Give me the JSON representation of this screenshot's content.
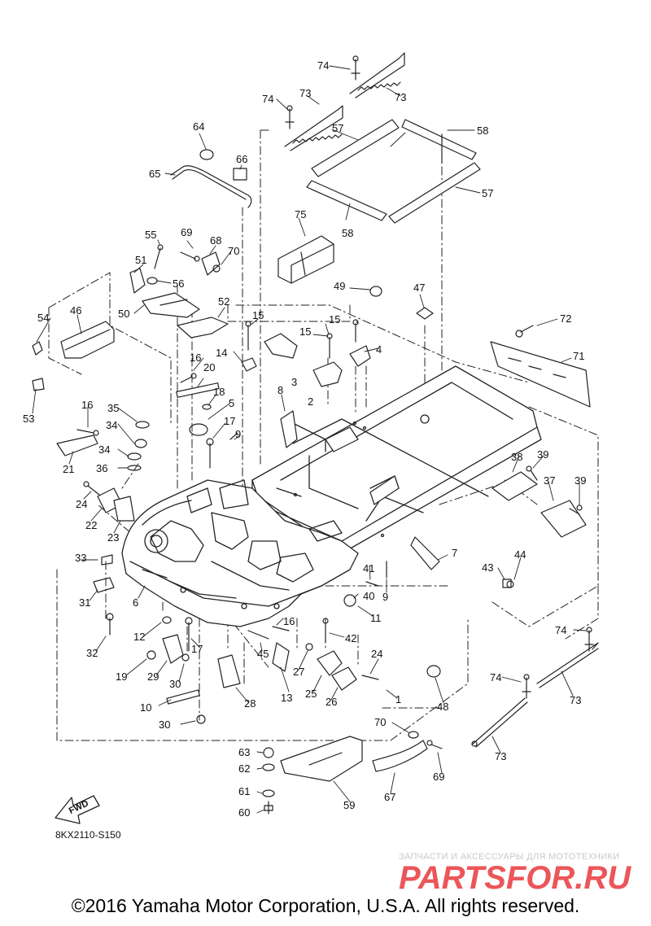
{
  "diagram": {
    "labels": {
      "l1": "1",
      "l2": "2",
      "l3": "3",
      "l4": "4",
      "l5": "5",
      "l6": "6",
      "l7": "7",
      "l8": "8",
      "l9a": "9",
      "l9b": "9",
      "l10": "10",
      "l11": "11",
      "l12": "12",
      "l13": "13",
      "l14": "14",
      "l15a": "15",
      "l15b": "15",
      "l15c": "15",
      "l16a": "16",
      "l16b": "16",
      "l16c": "16",
      "l17a": "17",
      "l17b": "17",
      "l18": "18",
      "l19": "19",
      "l20": "20",
      "l21": "21",
      "l22": "22",
      "l23": "23",
      "l24a": "24",
      "l24b": "24",
      "l25": "25",
      "l26": "26",
      "l27": "27",
      "l28": "28",
      "l29": "29",
      "l30a": "30",
      "l30b": "30",
      "l31": "31",
      "l32": "32",
      "l33": "33",
      "l34a": "34",
      "l34b": "34",
      "l35": "35",
      "l36": "36",
      "l37": "37",
      "l38": "38",
      "l39a": "39",
      "l39b": "39",
      "l40": "40",
      "l41": "41",
      "l42": "42",
      "l43": "43",
      "l44": "44",
      "l45": "45",
      "l46": "46",
      "l47": "47",
      "l48": "48",
      "l49": "49",
      "l50": "50",
      "l51": "51",
      "l52": "52",
      "l53": "53",
      "l54": "54",
      "l55": "55",
      "l56": "56",
      "l57a": "57",
      "l57b": "57",
      "l58a": "58",
      "l58b": "58",
      "l59": "59",
      "l60": "60",
      "l61": "61",
      "l62": "62",
      "l63": "63",
      "l64": "64",
      "l65": "65",
      "l66": "66",
      "l67": "67",
      "l68": "68",
      "l69a": "69",
      "l69b": "69",
      "l70a": "70",
      "l70b": "70",
      "l71": "71",
      "l72": "72",
      "l73a": "73",
      "l73b": "73",
      "l73c": "73",
      "l73d": "73",
      "l74a": "74",
      "l74b": "74",
      "l74c": "74",
      "l74d": "74",
      "l75": "75"
    },
    "fwd_label": "FWD",
    "drawing_code": "8KX2110-S150"
  },
  "watermark": {
    "tagline": "ЗАПЧАСТИ И АКСЕССУАРЫ ДЛЯ МОТОТЕХНИКИ",
    "brand": "PARTSFOR.RU",
    "brand_color": "#e8393d"
  },
  "footer": {
    "copyright": "©2016 Yamaha Motor Corporation, U.S.A. All rights reserved."
  }
}
